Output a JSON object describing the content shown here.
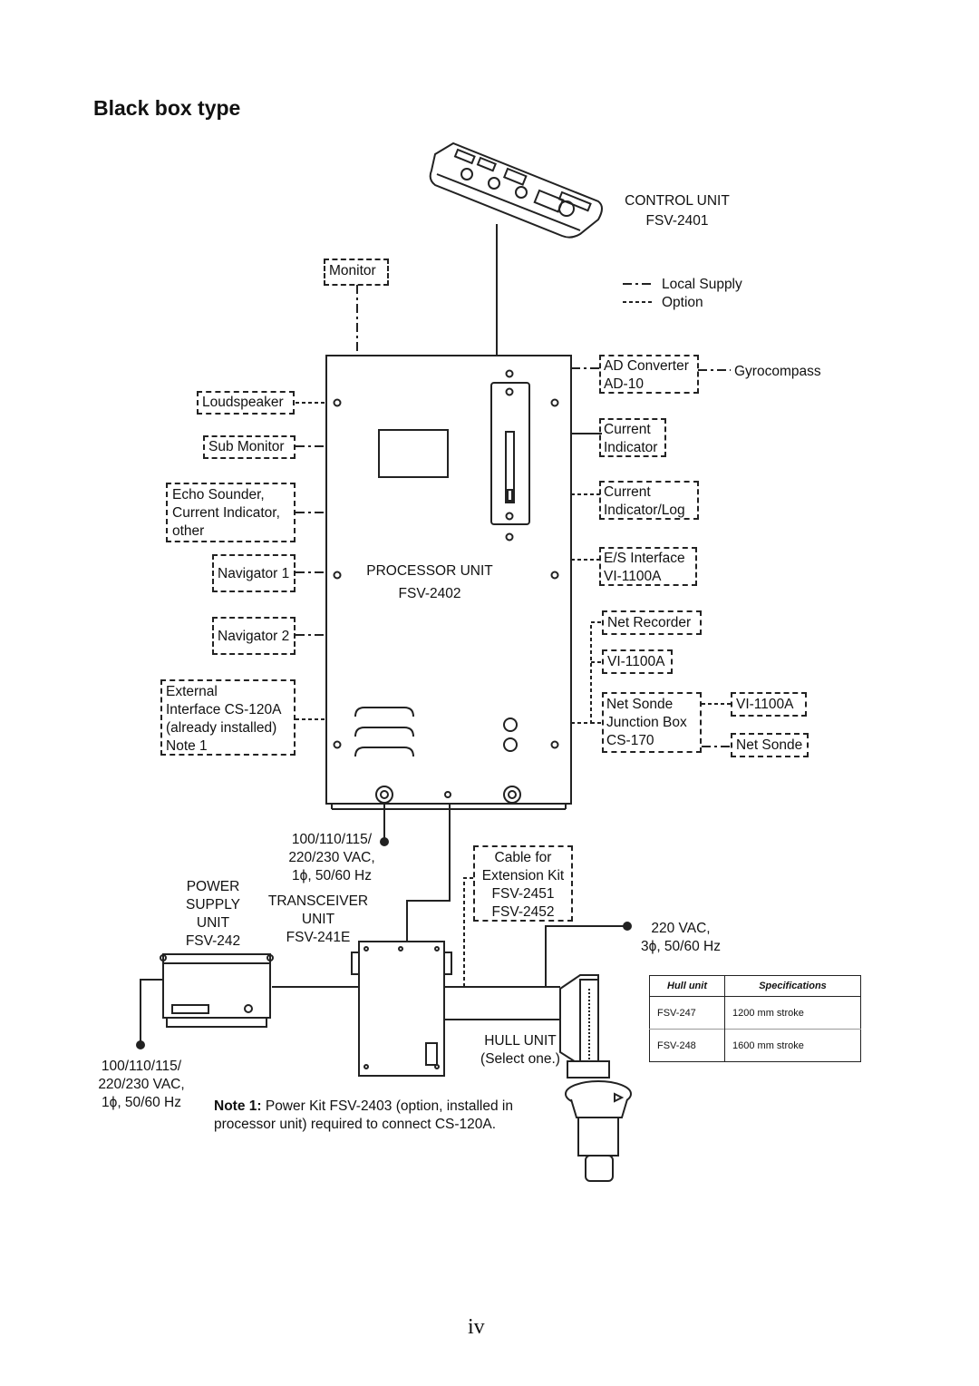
{
  "page": {
    "title": "Black box type",
    "page_number": "iv"
  },
  "legend": {
    "local_supply": "Local Supply",
    "option": "Option"
  },
  "units": {
    "control_unit": [
      "CONTROL UNIT",
      "FSV-2401"
    ],
    "processor_unit": [
      "PROCESSOR UNIT",
      "FSV-2402"
    ],
    "power_supply": [
      "POWER",
      "SUPPLY",
      "UNIT",
      "FSV-242"
    ],
    "transceiver": [
      "TRANSCEIVER",
      "UNIT",
      "FSV-241E"
    ],
    "hull_unit": [
      "HULL UNIT",
      "(Select one.)"
    ],
    "cable_kit": [
      "Cable for",
      "Extension Kit",
      "FSV-2451",
      "FSV-2452"
    ]
  },
  "left_peripherals": {
    "monitor": "Monitor",
    "loudspeaker": "Loudspeaker",
    "sub_monitor": "Sub Monitor",
    "echo_sounder": [
      "Echo Sounder,",
      "Current Indicator,",
      "other"
    ],
    "navigator1": "Navigator 1",
    "navigator2": "Navigator 2",
    "external": [
      "External",
      "Interface CS-120A",
      "(already installed)",
      "Note 1"
    ]
  },
  "right_peripherals": {
    "ad_converter": [
      "AD Converter",
      "AD-10"
    ],
    "gyrocompass": "Gyrocompass",
    "current_indicator": [
      "Current",
      "Indicator"
    ],
    "current_indicator_log": [
      "Current",
      "Indicator/Log"
    ],
    "es_interface": [
      "E/S Interface",
      "VI-1100A"
    ],
    "net_recorder": "Net Recorder",
    "vi1100a": "VI-1100A",
    "net_sonde_jb": [
      "Net Sonde",
      "Junction Box",
      "CS-170"
    ],
    "vi1100a_2": "VI-1100A",
    "net_sonde": "Net Sonde"
  },
  "power": {
    "processor_supply": [
      "100/110/115/",
      "220/230 VAC,",
      "1ϕ, 50/60 Hz"
    ],
    "psu_supply": [
      "100/110/115/",
      "220/230 VAC,",
      "1ϕ, 50/60 Hz"
    ],
    "hull_supply": [
      "220 VAC,",
      "3ϕ, 50/60 Hz"
    ]
  },
  "spec_table": {
    "headers": [
      "Hull unit",
      "Specifications"
    ],
    "rows": [
      [
        "FSV-247",
        "1200 mm stroke"
      ],
      [
        "FSV-248",
        "1600 mm stroke"
      ]
    ]
  },
  "note": {
    "label": "Note 1:",
    "text1": " Power Kit FSV-2403 (option, installed in",
    "text2": "processor unit) required to connect CS-120A."
  }
}
